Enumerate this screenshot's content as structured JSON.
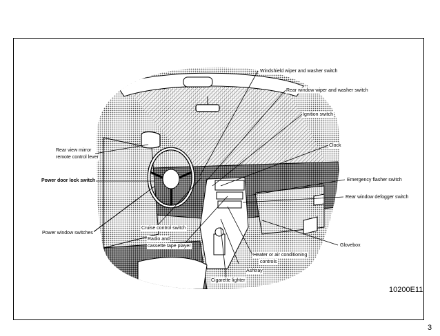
{
  "figure": {
    "code": "10200E11",
    "labels": {
      "windshield_wiper": "Windshield wiper and washer switch",
      "rear_wiper": "Rear window wiper and washer switch",
      "ignition": "Ignition switch",
      "clock": "Clock",
      "mirror_1": "Rear view mirror",
      "mirror_2": "remote control lever",
      "door_lock": "Power door lock switch",
      "emergency": "Emergency flasher switch",
      "defogger": "Rear window defogger switch",
      "power_window": "Power window switches",
      "cruise": "Cruise control switch",
      "radio_1": "Radio and",
      "radio_2": "cassette tape player",
      "heater_1": "Heater or air conditioning",
      "heater_2": "controls",
      "ashtray": "Ashtray",
      "glovebox": "Glovebox",
      "lighter": "Cigarette lighter"
    }
  },
  "page": {
    "number": "3"
  },
  "colors": {
    "ink": "#000000",
    "paper": "#ffffff",
    "halftone": "#8a8a8a"
  }
}
